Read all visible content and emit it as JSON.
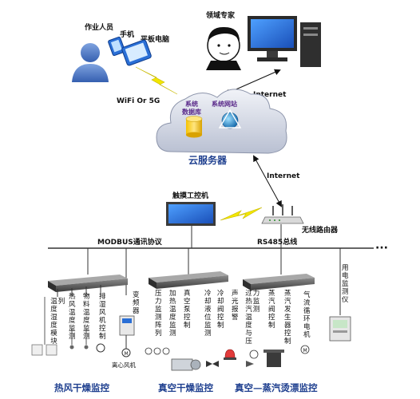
{
  "people": {
    "operator": "作业人员",
    "expert": "领域专家",
    "phone": "手机",
    "tablet": "平板电脑"
  },
  "links": {
    "wifi": "WiFi Or 5G",
    "internet_top": "Internet",
    "internet_mid": "Internet"
  },
  "cloud": {
    "database": [
      "系统",
      "数据库"
    ],
    "website": "系统网站",
    "title": "云服务器"
  },
  "devices": {
    "touch_pc": "触摸工控机",
    "router": "无线路由器"
  },
  "bus": {
    "modbus": "MODBUS通讯协议",
    "rs485": "RS485总线",
    "ellipsis": "···"
  },
  "modules": {
    "group1": [
      "温度湿度模块阵列",
      "热风温度监测",
      "物料温度监测",
      "排湿风机控制"
    ],
    "inverter": "变频器",
    "centrifugal_fan": "离心风机",
    "group2": [
      "压力监测阵列",
      "加热温度监测",
      "真空泵控制",
      "冷却液位监测",
      "冷却阀控制",
      "声光报警"
    ],
    "group3": [
      "过热汽温度与压力监测",
      "蒸汽阀控制",
      "蒸汽发生器控制",
      "气流循环电机"
    ],
    "power_meter": "用电监测仪"
  },
  "sections": {
    "s1": "热风干燥监控",
    "s2": "真空干燥监控",
    "s3": "真空—蒸汽烫漂监控"
  },
  "colors": {
    "title_blue": "#1e3f8f",
    "cloud_purple": "#5a2a8a",
    "lightning": "#f2e600",
    "monitor_blue": "#2a6fd6"
  }
}
